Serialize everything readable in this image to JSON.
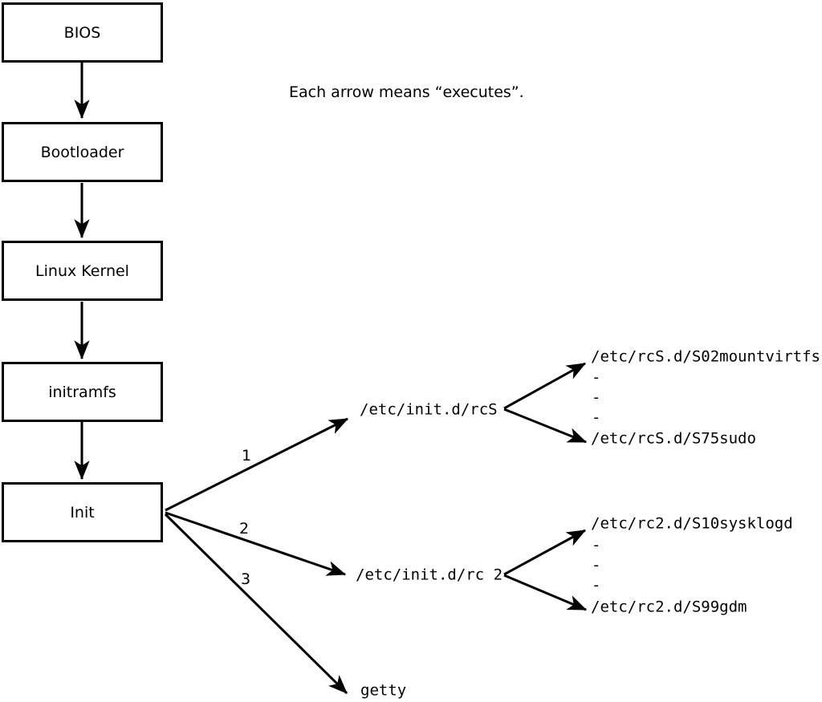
{
  "note": "Each arrow means “executes”.",
  "chain": [
    {
      "label": "BIOS"
    },
    {
      "label": "Bootloader"
    },
    {
      "label": "Linux Kernel"
    },
    {
      "label": "initramfs"
    },
    {
      "label": "Init"
    }
  ],
  "branches": [
    {
      "number": "1",
      "target": "/etc/init.d/rcS",
      "children": {
        "first": "/etc/rcS.d/S02mountvirtfs",
        "dash1": "-",
        "dash2": "-",
        "dash3": "-",
        "last": "/etc/rcS.d/S75sudo"
      }
    },
    {
      "number": "2",
      "target": "/etc/init.d/rc 2",
      "children": {
        "first": "/etc/rc2.d/S10sysklogd",
        "dash1": "-",
        "dash2": "-",
        "dash3": "-",
        "last": "/etc/rc2.d/S99gdm"
      }
    },
    {
      "number": "3",
      "target": "getty"
    }
  ],
  "colors": {
    "line": "#000000",
    "background": "#ffffff"
  }
}
